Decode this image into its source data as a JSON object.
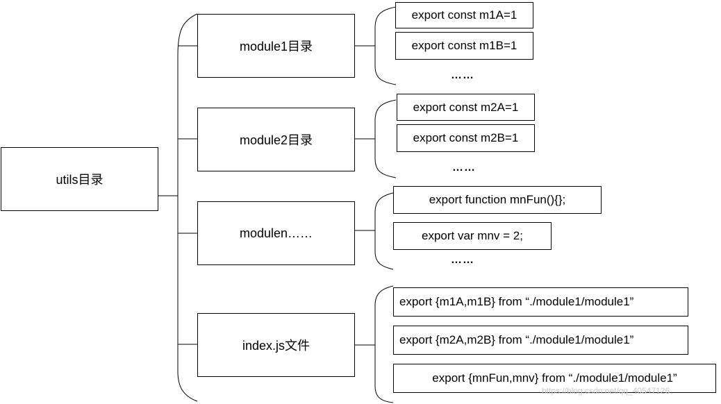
{
  "root": {
    "label": "utils目录"
  },
  "modules": [
    {
      "label": "module1目录",
      "items": [
        "export  const m1A=1",
        "export  const m1B=1"
      ],
      "ellipsis": "……"
    },
    {
      "label": "module2目录",
      "items": [
        "export  const m2A=1",
        "export  const m2B=1"
      ],
      "ellipsis": "……"
    },
    {
      "label": "modulen……",
      "items": [
        "export function mnFun(){};",
        "export var mnv = 2;"
      ],
      "ellipsis": "……"
    },
    {
      "label": "index.js文件",
      "items": [
        "export  {m1A,m1B} from  “./module1/module1”",
        "export  {m2A,m2B} from  “./module1/module1”",
        "export  {mnFun,mnv} from  “./module1/module1”"
      ]
    }
  ],
  "watermark": "https://blog.csdn.net/qq_40547126"
}
